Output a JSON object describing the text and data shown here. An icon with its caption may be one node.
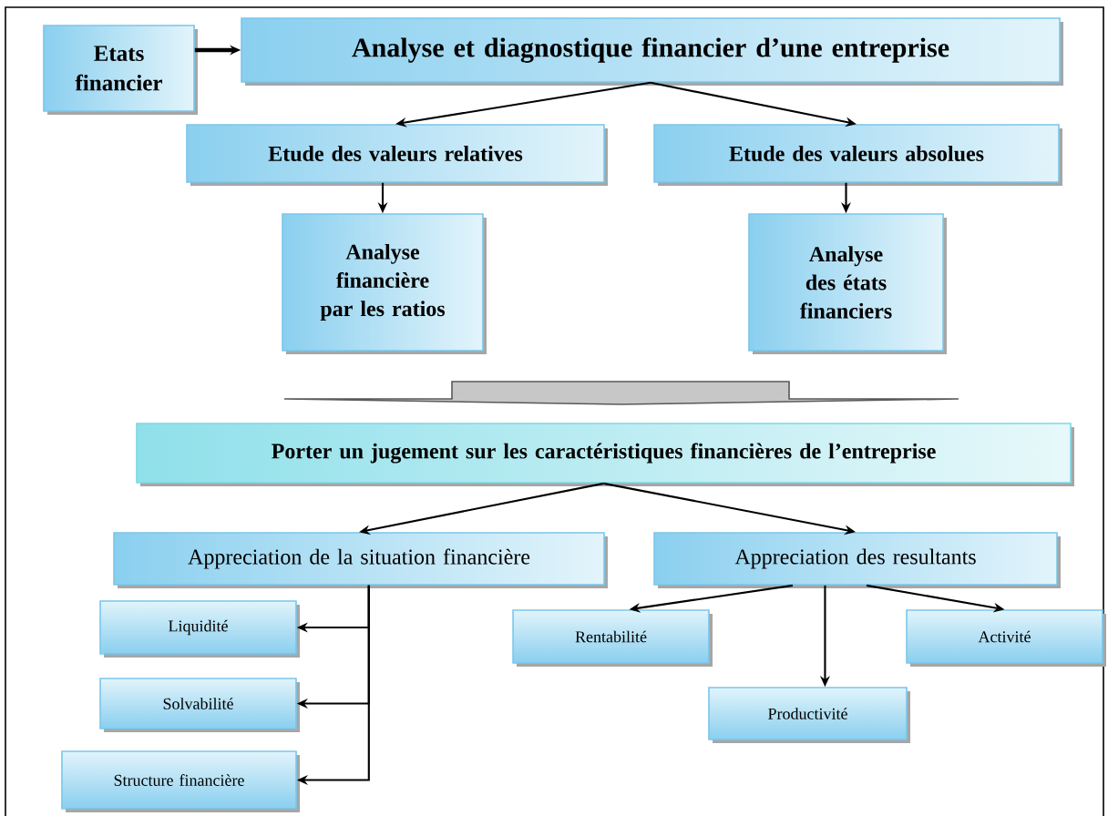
{
  "diagram": {
    "nodes": [
      {
        "text": [
          "Etats financier"
        ]
      },
      {
        "text": [
          "Analyse et diagnostique financier d’une entreprise"
        ]
      },
      {
        "text": [
          "Etude des valeurs relatives"
        ]
      },
      {
        "text": [
          "Etude des valeurs absolues"
        ]
      },
      {
        "text": [
          "Analyse financière par les ratios"
        ]
      },
      {
        "text": [
          "Analyse des états financiers"
        ]
      },
      {
        "text": [
          "Porter un jugement sur les caractéristiques financières de l’entreprise"
        ]
      },
      {
        "text": [
          "Appreciation de la situation financière"
        ]
      },
      {
        "text": [
          "Appreciation des resultants"
        ]
      },
      {
        "text": [
          "Liquidité"
        ]
      },
      {
        "text": [
          "Solvabilité"
        ]
      },
      {
        "text": [
          "Structure financière"
        ]
      },
      {
        "text": [
          "Rentabilité"
        ]
      },
      {
        "text": [
          "Activité"
        ]
      },
      {
        "text": [
          "Productivité"
        ]
      }
    ],
    "edges": [
      {
        "from": 0,
        "to": 1,
        "arrow": "to",
        "style": "thick"
      },
      {
        "from": 1,
        "to": 2,
        "arrow": "to"
      },
      {
        "from": 1,
        "to": 3,
        "arrow": "to"
      },
      {
        "from": 2,
        "to": 4,
        "arrow": "to"
      },
      {
        "from": 3,
        "to": 5,
        "arrow": "to"
      },
      {
        "from": 6,
        "to": 7,
        "arrow": "to"
      },
      {
        "from": 6,
        "to": 8,
        "arrow": "to"
      },
      {
        "from": 7,
        "to": 9,
        "arrow": "to"
      },
      {
        "from": 7,
        "to": 10,
        "arrow": "to"
      },
      {
        "from": 7,
        "to": 11,
        "arrow": "to"
      },
      {
        "from": 8,
        "to": 12,
        "arrow": "to"
      },
      {
        "from": 8,
        "to": 14,
        "arrow": "to"
      },
      {
        "from": 8,
        "to": 13,
        "arrow": "to"
      }
    ]
  }
}
